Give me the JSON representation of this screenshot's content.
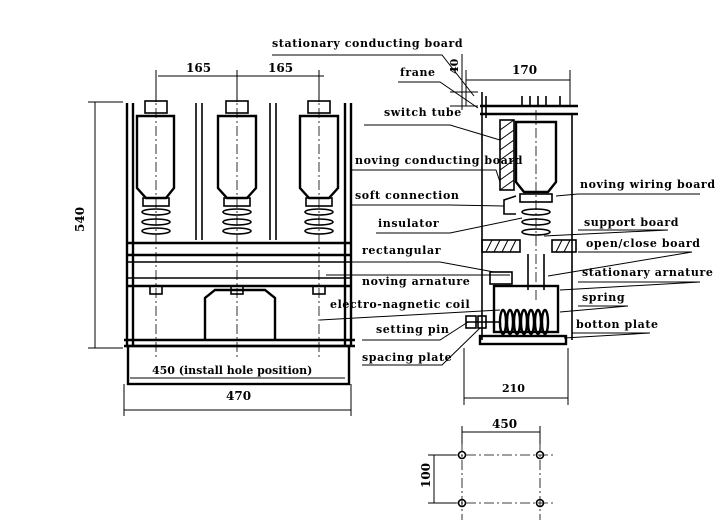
{
  "labels": {
    "stationary_conducting_board": "stationary conducting board",
    "frame": "frane",
    "switch_tube": "switch tube",
    "moving_conducting_board": "noving conducting board",
    "soft_connection": "soft connection",
    "insulator": "insulator",
    "rectangular": "rectangular",
    "moving_armature": "noving arnature",
    "electro_magnetic_coil": "electro-nagnetic coil",
    "setting_pin": "setting pin",
    "spacing_plate": "spacing plate",
    "moving_wiring_board": "noving wiring board",
    "support_board": "support board",
    "open_close_board": "open/close board",
    "stationary_armature": "stationary arnature",
    "spring": "spring",
    "bottom_plate": "botton plate"
  },
  "dimensions": {
    "pole_spacing_1": "165",
    "pole_spacing_2": "165",
    "height": "540",
    "install_hole": "450 (install hole position)",
    "width_front": "470",
    "side_top_offset": "40",
    "side_width": "170",
    "side_base": "210",
    "hole_width": "450",
    "hole_height": "100"
  }
}
